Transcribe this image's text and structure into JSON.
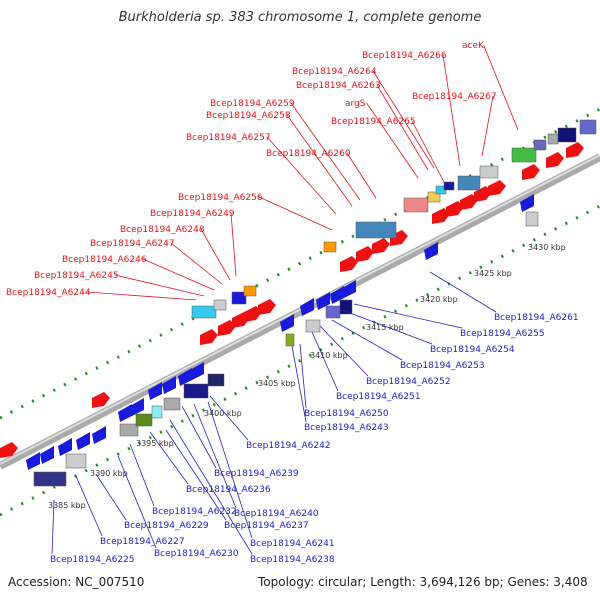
{
  "title": "Burkholderia sp. 383 chromosome 1, complete genome",
  "footer": {
    "accession": "Accession: NC_007510",
    "summary": "Topology: circular; Length: 3,694,126 bp; Genes: 3,408"
  },
  "colors": {
    "forward_label": "#e8141b",
    "reverse_label": "#2222cc",
    "forward_gene": "#ee1111",
    "reverse_gene": "#1a1adc",
    "dotted_axis": "#228b22",
    "backbone": "#aaaaaa"
  },
  "scale_ticks": [
    "3385 kbp",
    "3390 kbp",
    "3395 kbp",
    "3400 kbp",
    "3405 kbp",
    "3410 kbp",
    "3415 kbp",
    "3420 kbp",
    "3425 kbp",
    "3430 kbp"
  ],
  "forward_labels": [
    "Bcep18194_A6244",
    "Bcep18194_A6245",
    "Bcep18194_A6246",
    "Bcep18194_A6247",
    "Bcep18194_A6248",
    "Bcep18194_A6249",
    "Bcep18194_A6256",
    "Bcep18194_A6257",
    "Bcep18194_A6258",
    "Bcep18194_A6259",
    "Bcep18194_A6260",
    "Bcep18194_A6263",
    "Bcep18194_A6264",
    "argS",
    "Bcep18194_A6265",
    "Bcep18194_A6266",
    "Bcep18194_A6267",
    "aceK"
  ],
  "reverse_labels": [
    "Bcep18194_A6225",
    "Bcep18194_A6227",
    "Bcep18194_A6229",
    "Bcep18194_A6230",
    "Bcep18194_A6232",
    "Bcep18194_A6236",
    "Bcep18194_A6237",
    "Bcep18194_A6238",
    "Bcep18194_A6239",
    "Bcep18194_A6240",
    "Bcep18194_A6241",
    "Bcep18194_A6242",
    "Bcep18194_A6243",
    "Bcep18194_A6250",
    "Bcep18194_A6251",
    "Bcep18194_A6252",
    "Bcep18194_A6253",
    "Bcep18194_A6254",
    "Bcep18194_A6255",
    "Bcep18194_A6261"
  ]
}
